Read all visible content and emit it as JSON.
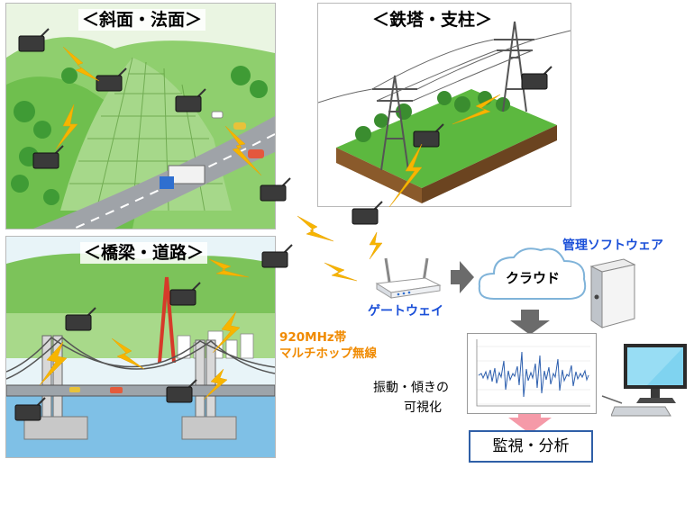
{
  "panels": {
    "slope": {
      "title": "＜斜面・法面＞"
    },
    "tower": {
      "title": "＜鉄塔・支柱＞"
    },
    "bridge": {
      "title": "＜橋梁・道路＞"
    }
  },
  "labels": {
    "gateway": "ゲートウェイ",
    "cloud": "クラウド",
    "software": "管理ソフトウェア",
    "radio_line1": "920MHz帯",
    "radio_line2": "マルチホップ無線",
    "visualize_line1": "振動・傾きの",
    "visualize_line2": "可視化",
    "monitor": "監視・分析"
  },
  "colors": {
    "accent_blue": "#1a4fd8",
    "radio_orange": "#f08a00",
    "lightning": "#f7b500",
    "box_border": "#2f5fa7",
    "arrow_gray": "#6b6b6b",
    "arrow_pink": "#f59aa8",
    "waveform": "#2d5fae"
  },
  "icons": [
    "sensor-node-icon",
    "lightning-link-icon",
    "gateway-router-icon",
    "cloud-icon",
    "server-icon",
    "monitor-icon",
    "waveform-chart-icon"
  ]
}
